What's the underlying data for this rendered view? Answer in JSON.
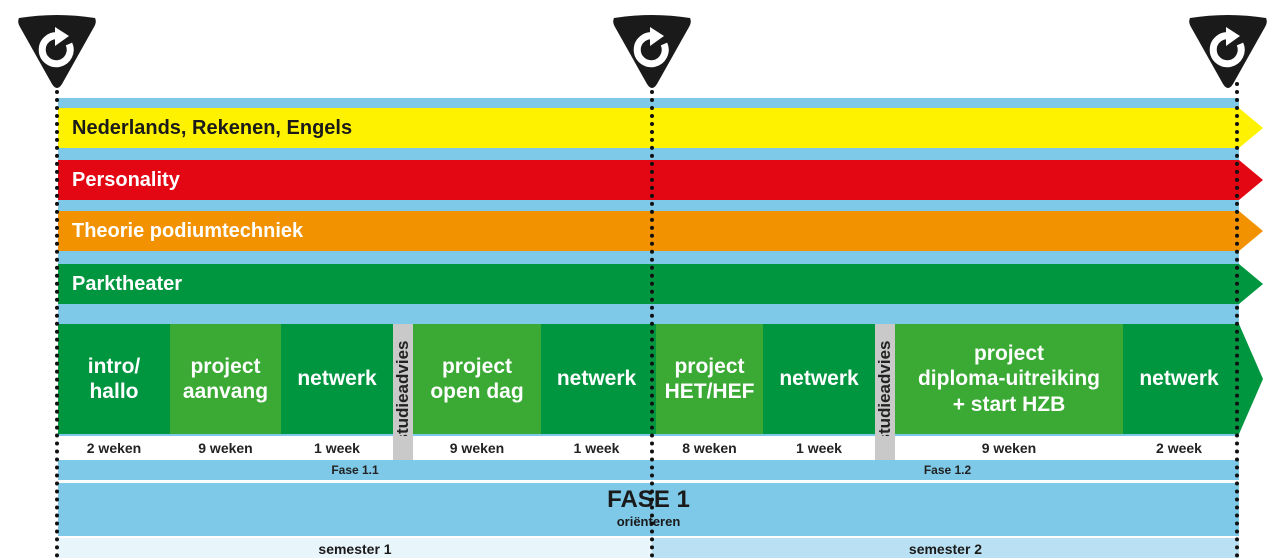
{
  "streams": [
    {
      "label": "Nederlands, Rekenen, Engels",
      "color": "#fff200",
      "text_color": "#1a1a1a"
    },
    {
      "label": "Personality",
      "color": "#e30613",
      "text_color": "#ffffff"
    },
    {
      "label": "Theorie podiumtechniek",
      "color": "#f39200",
      "text_color": "#ffffff"
    },
    {
      "label": "Parktheater",
      "color": "#009640",
      "text_color": "#ffffff"
    }
  ],
  "modules": [
    {
      "line1": "intro/",
      "line2": "hallo",
      "duration": "2 weken"
    },
    {
      "line1": "project",
      "line2": "aanvang",
      "duration": "9 weken"
    },
    {
      "line1": "netwerk",
      "line2": "",
      "duration": "1 week"
    },
    {
      "line1": "studieadvies"
    },
    {
      "line1": "project",
      "line2": "open dag",
      "duration": "9 weken"
    },
    {
      "line1": "netwerk",
      "line2": "",
      "duration": "1 week"
    },
    {
      "line1": "project",
      "line2": "HET/HEF",
      "duration": "8 weken"
    },
    {
      "line1": "netwerk",
      "line2": "",
      "duration": "1 week"
    },
    {
      "line1": "studieadvies"
    },
    {
      "line1": "project",
      "line2": "diploma-uitreiking",
      "line3": "+ start HZB",
      "duration": "9 weken"
    },
    {
      "line1": "netwerk",
      "line2": "",
      "duration": "2 week"
    }
  ],
  "phases": {
    "fase_a": "Fase 1.1",
    "fase_b": "Fase 1.2"
  },
  "main_phase": {
    "title": "FASE 1",
    "subtitle": "oriënteren"
  },
  "semesters": {
    "s1": "semester 1",
    "s2": "semester 2"
  },
  "icons": [
    "cycle-icon",
    "cycle-icon",
    "cycle-icon"
  ],
  "colors": {
    "green_dark": "#009640",
    "green_light": "#3aaa35",
    "blue": "#7ec8e8",
    "semester1": "#e8f5fb",
    "semester2": "#b9e1f3"
  }
}
